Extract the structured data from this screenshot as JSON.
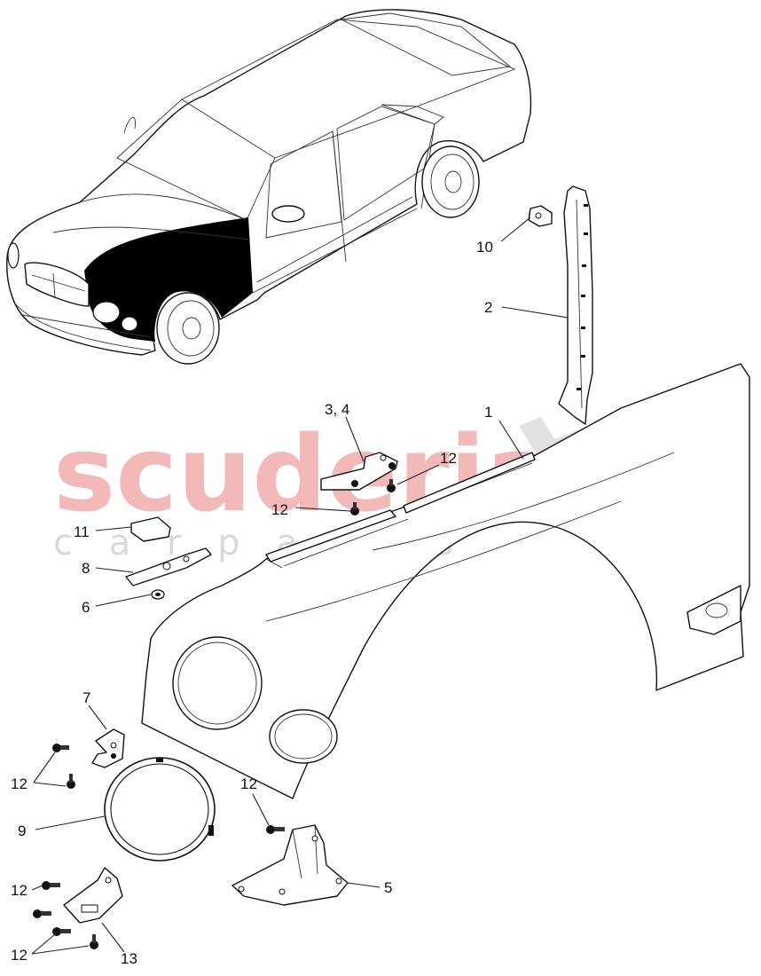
{
  "watermark": {
    "brand": "scuderia",
    "sub": "c a r   p a r t s",
    "brand_color": "#f3b9b9",
    "check_color": "#d9d9d9"
  },
  "callouts": [
    {
      "id": "c1",
      "text": "1"
    },
    {
      "id": "c2",
      "text": "2"
    },
    {
      "id": "c34",
      "text": "3, 4"
    },
    {
      "id": "c5",
      "text": "5"
    },
    {
      "id": "c6",
      "text": "6"
    },
    {
      "id": "c7",
      "text": "7"
    },
    {
      "id": "c8",
      "text": "8"
    },
    {
      "id": "c9",
      "text": "9"
    },
    {
      "id": "c10",
      "text": "10"
    },
    {
      "id": "c11",
      "text": "11"
    },
    {
      "id": "c12a",
      "text": "12"
    },
    {
      "id": "c12b",
      "text": "12"
    },
    {
      "id": "c12c",
      "text": "12"
    },
    {
      "id": "c12d",
      "text": "12"
    },
    {
      "id": "c12e",
      "text": "12"
    },
    {
      "id": "c12f",
      "text": "12"
    },
    {
      "id": "c13",
      "text": "13"
    }
  ]
}
